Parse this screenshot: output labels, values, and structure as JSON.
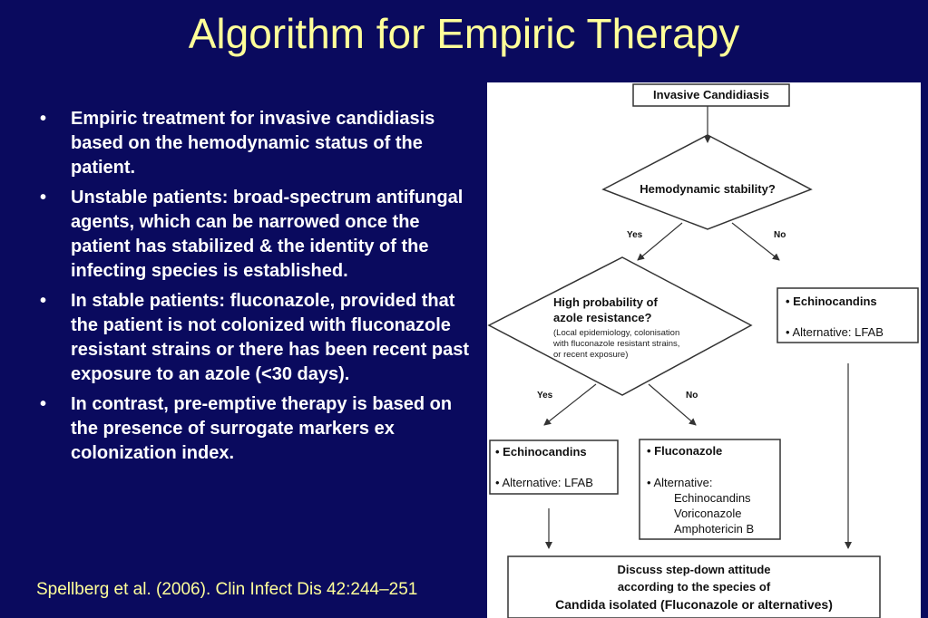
{
  "slide": {
    "title": "Algorithm for Empiric Therapy",
    "bullets": [
      {
        "marker": "•",
        "text": "Empiric treatment for invasive candidiasis based on the hemodynamic status of the patient."
      },
      {
        "marker": "•",
        "text": "Unstable patients: broad-spectrum antifungal agents, which can be narrowed once the patient has stabilized & the identity of the infecting species is established."
      },
      {
        "marker": "•",
        "text": "In stable patients: fluconazole, provided that the patient is not colonized with fluconazole resistant strains or there has been recent past exposure to an azole (<30 days)."
      },
      {
        "marker": "•",
        "text": "In contrast, pre-emptive therapy is based on the presence of surrogate markers ex colonization index."
      }
    ],
    "citation": "Spellberg et al. (2006). Clin Infect Dis 42:244–251"
  },
  "flowchart": {
    "start": "Invasive Candidiasis",
    "decision1": "Hemodynamic stability?",
    "decision1_yes": "Yes",
    "decision1_no": "No",
    "unstable_box": {
      "line1": "• Echinocandins",
      "line2": "• Alternative: LFAB"
    },
    "decision2": {
      "line1": "High probability of",
      "line2": "azole resistance?",
      "note1": "(Local epidemiology, colonisation",
      "note2": "with fluconazole resistant strains,",
      "note3": "or recent exposure)"
    },
    "decision2_yes": "Yes",
    "decision2_no": "No",
    "resistant_box": {
      "line1": "• Echinocandins",
      "line2": "• Alternative: LFAB"
    },
    "fluconazole_box": {
      "line1": "• Fluconazole",
      "line2": "• Alternative:",
      "alt1": "Echinocandins",
      "alt2": "Voriconazole",
      "alt3": "Amphotericin B"
    },
    "final_box": {
      "line1": "Discuss step-down attitude",
      "line2": "according to the species of",
      "line3": "Candida isolated (Fluconazole or alternatives)"
    }
  },
  "colors": {
    "background": "#0a0a5e",
    "title": "#ffff99",
    "text": "#ffffff",
    "panel": "#ffffff"
  }
}
